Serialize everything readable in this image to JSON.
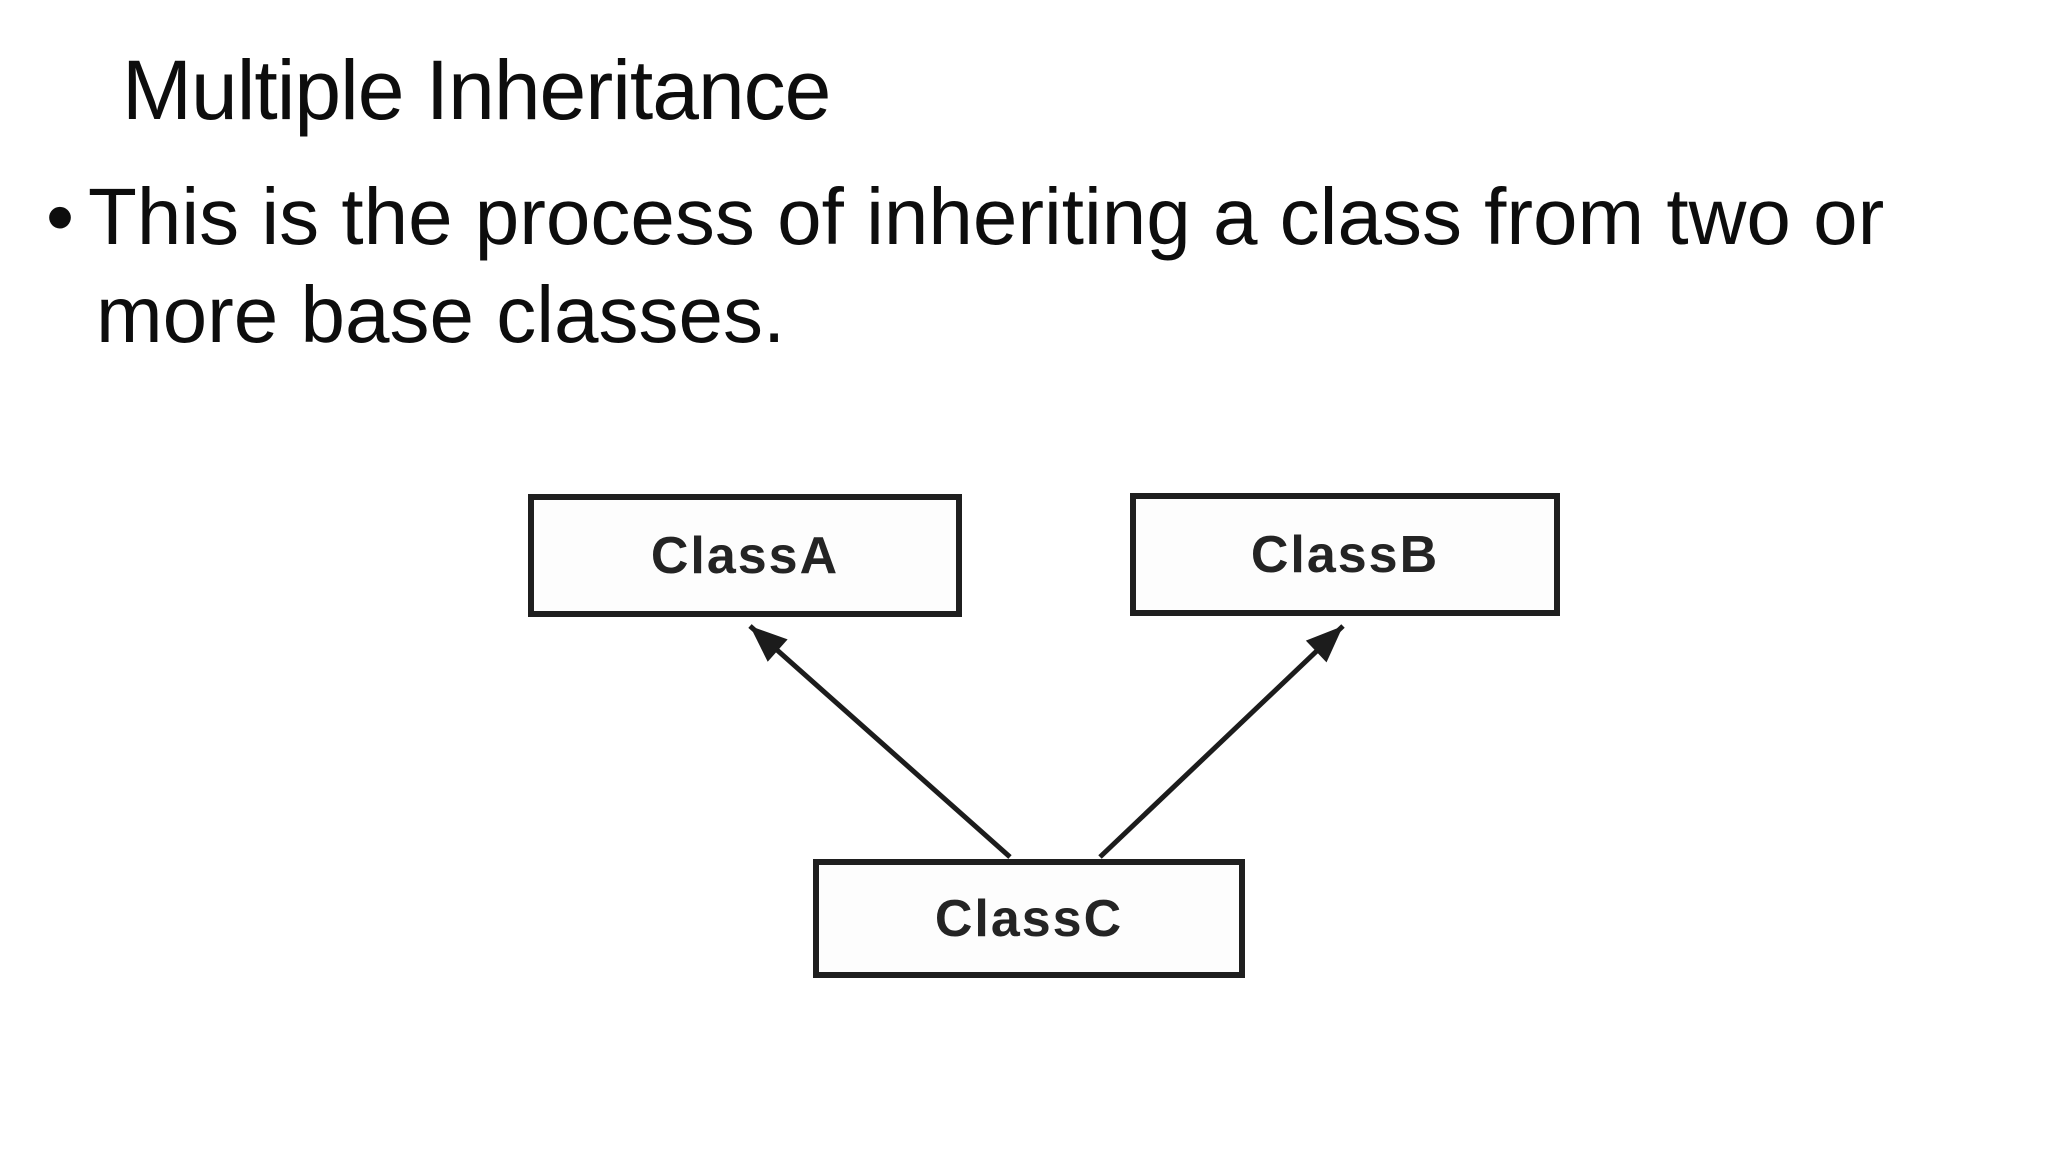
{
  "slide": {
    "title": "Multiple Inheritance",
    "bullet": {
      "marker": "•",
      "text": "This is the process of inheriting a class from two or more base classes.",
      "lines": [
        "This is the process of inheriting a class from two or",
        "more base classes."
      ]
    },
    "diagram": {
      "type": "class-inheritance",
      "nodes": [
        {
          "id": "classA",
          "label": "ClassA",
          "role": "base-class"
        },
        {
          "id": "classB",
          "label": "ClassB",
          "role": "base-class"
        },
        {
          "id": "classC",
          "label": "ClassC",
          "role": "derived-class"
        }
      ],
      "edges": [
        {
          "from": "classC",
          "to": "classA",
          "kind": "inherits"
        },
        {
          "from": "classC",
          "to": "classB",
          "kind": "inherits"
        }
      ],
      "stroke_color": "#1c1c1c",
      "box_border_color": "#1f1f1f",
      "background": "#ffffff"
    }
  }
}
